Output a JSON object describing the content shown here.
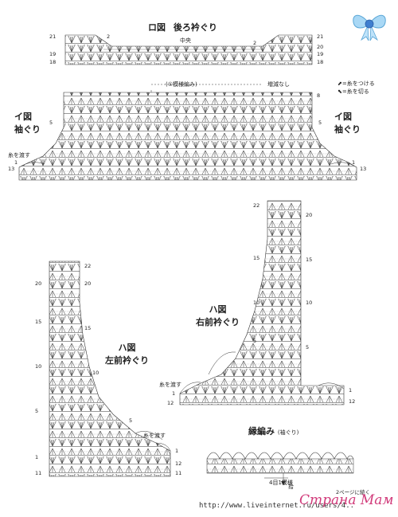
{
  "diagrams": {
    "back_neck": {
      "symbol": "ロ図",
      "label": "後ろ衿ぐり",
      "center": "中央",
      "pattern": "(①模様編み)",
      "no_inc_dec": "増減なし"
    },
    "armhole_left": {
      "symbol": "イ図",
      "label": "袖ぐり",
      "yarn": "糸を渡す"
    },
    "armhole_right": {
      "symbol": "イ図",
      "label": "袖ぐり"
    },
    "right_front": {
      "symbol": "ハ図",
      "label": "右前衿ぐり",
      "yarn": "糸を渡す"
    },
    "left_front": {
      "symbol": "ハ図",
      "label": "左前衿ぐり",
      "yarn": "糸を渡す"
    },
    "edging": {
      "label": "縁編み",
      "sub": "(袖ぐり)",
      "repeat": "4目1模様",
      "pick": "拾"
    }
  },
  "legend": {
    "join": "=糸をつける",
    "cut": "=糸を切る"
  },
  "rows": {
    "back_left": [
      "21",
      "19",
      "18"
    ],
    "back_right": [
      "21",
      "20",
      "19",
      "18"
    ],
    "back_top_marks": [
      "2",
      "2"
    ],
    "body_left": [
      "5",
      "1",
      "13"
    ],
    "body_right": [
      "8",
      "5",
      "1",
      "13"
    ],
    "rf_left": [
      "22",
      "15",
      "10",
      "5",
      "1",
      "12"
    ],
    "rf_right": [
      "20",
      "15",
      "10",
      "5",
      "1",
      "12"
    ],
    "lf_left": [
      "20",
      "15",
      "10",
      "5",
      "1",
      "11"
    ],
    "lf_right": [
      "22",
      "20",
      "15",
      "10",
      "5",
      "1",
      "12",
      "11"
    ]
  },
  "footer": {
    "next_page": "2ページに続く",
    "site": "http://www.liveinternet.ru/users/4..",
    "brand": "Страна Мам"
  }
}
